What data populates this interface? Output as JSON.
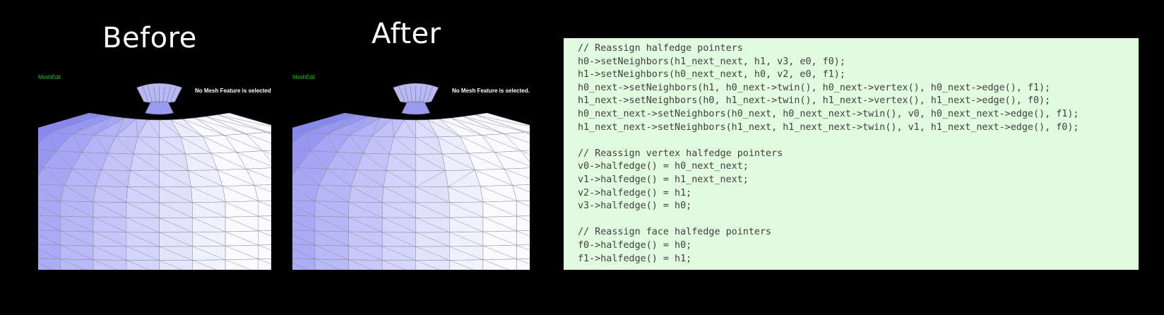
{
  "titles": {
    "before": "Before",
    "after": "After"
  },
  "viewports": {
    "before": {
      "app_label": "MeshEdit",
      "status": "No Mesh Feature is selected."
    },
    "after": {
      "app_label": "MeshEdit",
      "status": "No Mesh Feature is selected."
    }
  },
  "colors": {
    "background": "#000000",
    "code_bg": "#e1fbdf",
    "mesh_dark": "#6f6ff0",
    "mesh_light": "#f8f8ff",
    "app_label": "#22c022"
  },
  "code_lines": [
    "// Reassign halfedge pointers",
    "h0->setNeighbors(h1_next_next, h1, v3, e0, f0);",
    "h1->setNeighbors(h0_next_next, h0, v2, e0, f1);",
    "h0_next->setNeighbors(h1, h0_next->twin(), h0_next->vertex(), h0_next->edge(), f1);",
    "h1_next->setNeighbors(h0, h1_next->twin(), h1_next->vertex(), h1_next->edge(), f0);",
    "h0_next_next->setNeighbors(h0_next, h0_next_next->twin(), v0, h0_next_next->edge(), f1);",
    "h1_next_next->setNeighbors(h1_next, h1_next_next->twin(), v1, h1_next_next->edge(), f0);",
    "",
    "// Reassign vertex halfedge pointers",
    "v0->halfedge() = h0_next_next;",
    "v1->halfedge() = h1_next_next;",
    "v2->halfedge() = h1;",
    "v3->halfedge() = h0;",
    "",
    "// Reassign face halfedge pointers",
    "f0->halfedge() = h0;",
    "f1->halfedge() = h1;"
  ]
}
